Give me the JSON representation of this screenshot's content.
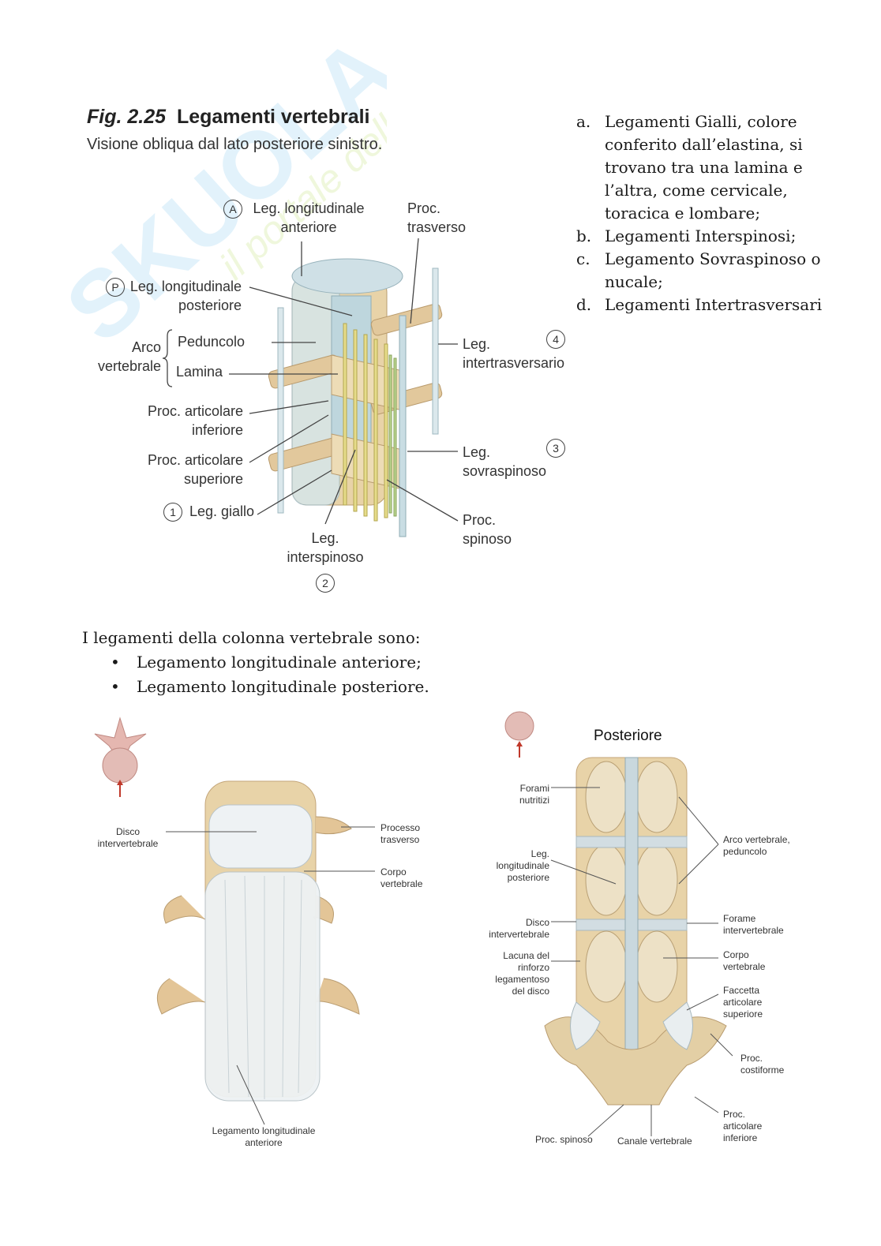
{
  "watermark": {
    "brand": "SKUOLA.net",
    "tagline": "il portale dello studente"
  },
  "figure1": {
    "title_num": "Fig. 2.25",
    "title_text": "Legamenti vertebrali",
    "subtitle": "Visione obliqua dal lato posteriore sinistro.",
    "labels": {
      "a_marker": "A",
      "a_line1": "Leg. longitudinale",
      "a_line2": "anteriore",
      "proc_trasverso_1": "Proc.",
      "proc_trasverso_2": "trasverso",
      "p_marker": "P",
      "p_line1": "Leg. longitudinale",
      "p_line2": "posteriore",
      "arco_1": "Arco",
      "arco_2": "vertebrale",
      "peduncolo": "Peduncolo",
      "lamina": "Lamina",
      "pai_1": "Proc. articolare",
      "pai_2": "inferiore",
      "pas_1": "Proc. articolare",
      "pas_2": "superiore",
      "m1": "1",
      "giallo": "Leg. giallo",
      "inter_1": "Leg.",
      "inter_2": "interspinoso",
      "m2": "2",
      "intertr_1": "Leg.",
      "intertr_2": "intertrasversario",
      "m4": "4",
      "sovra_1": "Leg.",
      "sovra_2": "sovraspinoso",
      "m3": "3",
      "spin_1": "Proc.",
      "spin_2": "spinoso"
    }
  },
  "list": [
    {
      "marker": "a.",
      "text": "Legamenti Gialli, colore conferito dall’elastina, si trovano tra una lamina e l’altra, come cervicale, toracica e lombare;"
    },
    {
      "marker": "b.",
      "text": "Legamenti Interspinosi;"
    },
    {
      "marker": "c.",
      "text": "Legamento Sovraspinoso o nucale;"
    },
    {
      "marker": "d.",
      "text": "Legamenti Intertrasversari"
    }
  ],
  "paragraph": "I legamenti della colonna vertebrale sono:",
  "bullets": [
    "Legamento longitudinale anteriore;",
    "Legamento longitudinale posteriore."
  ],
  "figure2": {
    "labels": {
      "disco_1": "Disco",
      "disco_2": "intervertebrale",
      "processo_1": "Processo",
      "processo_2": "trasverso",
      "corpo_1": "Corpo",
      "corpo_2": "vertebrale",
      "lla_1": "Legamento longitudinale",
      "lla_2": "anteriore"
    }
  },
  "figure3": {
    "title": "Posteriore",
    "labels": {
      "forami_1": "Forami",
      "forami_2": "nutritizi",
      "llp_1": "Leg.",
      "llp_2": "longitudinale",
      "llp_3": "posteriore",
      "disco_1": "Disco",
      "disco_2": "intervertebrale",
      "lacuna_1": "Lacuna del",
      "lacuna_2": "rinforzo",
      "lacuna_3": "legamentoso",
      "lacuna_4": "del disco",
      "arco_1": "Arco vertebrale,",
      "arco_2": "peduncolo",
      "forame_1": "Forame",
      "forame_2": "intervertebrale",
      "corpo_1": "Corpo",
      "corpo_2": "vertebrale",
      "faccetta_1": "Faccetta",
      "faccetta_2": "articolare",
      "faccetta_3": "superiore",
      "costi_1": "Proc.",
      "costi_2": "costiforme",
      "artinf_1": "Proc.",
      "artinf_2": "articolare",
      "artinf_3": "inferiore",
      "spinoso": "Proc. spinoso",
      "canale": "Canale vertebrale"
    }
  },
  "colors": {
    "bone": "#e8d3a8",
    "bone_dark": "#c9a877",
    "ligament_blue": "#cfe0e6",
    "ligament_yellow": "#e6dc8a",
    "disc_white": "#eef2f4"
  }
}
